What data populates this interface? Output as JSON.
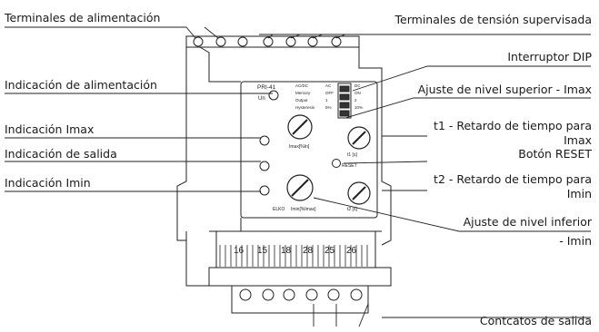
{
  "callouts": {
    "terminales_alimentacion": "Terminales de alimentación",
    "terminales_tension": "Terminales de tensión supervisada",
    "interruptor_dip": "Interruptor DIP",
    "indicacion_alimentacion": "Indicación de alimentación",
    "ajuste_superior": "Ajuste de nivel superior - Imax",
    "indicacion_imax": "Indicación Imax",
    "t1_line1": "t1 - Retardo de tiempo para",
    "t1_line2": "Imax",
    "indicacion_salida": "Indicación de salida",
    "boton_reset": "Botón RESET",
    "indicacion_imin": "Indicación Imin",
    "t2_line1": "t2 - Retardo de tiempo para",
    "t2_line2": "Imin",
    "ajuste_inferior_line1": "Ajuste de nivel inferior",
    "ajuste_inferior_line2": "- Imin",
    "contactos_salida": "Contcatos de salida"
  },
  "device": {
    "model": "PRI-41",
    "un_label": "Un",
    "dip_rows": [
      {
        "label": "AC/DC",
        "value": "AC"
      },
      {
        "label": "Memory",
        "value": "OFF"
      },
      {
        "label": "Output",
        "value": "1"
      },
      {
        "label": "Hysteresis",
        "value": "5%"
      }
    ],
    "dip_right": [
      "DC",
      "ON",
      "2",
      "10%"
    ],
    "imax_label": "Imax[%In]",
    "imin_label": "Imin[%Imax]",
    "t1_label": "t1 [s]",
    "t2_label": "t2 [s]",
    "reset_label": "RESET",
    "logo": "ELKO",
    "bottom_terminals": [
      "16",
      "15",
      "18",
      "28",
      "25",
      "26"
    ]
  }
}
